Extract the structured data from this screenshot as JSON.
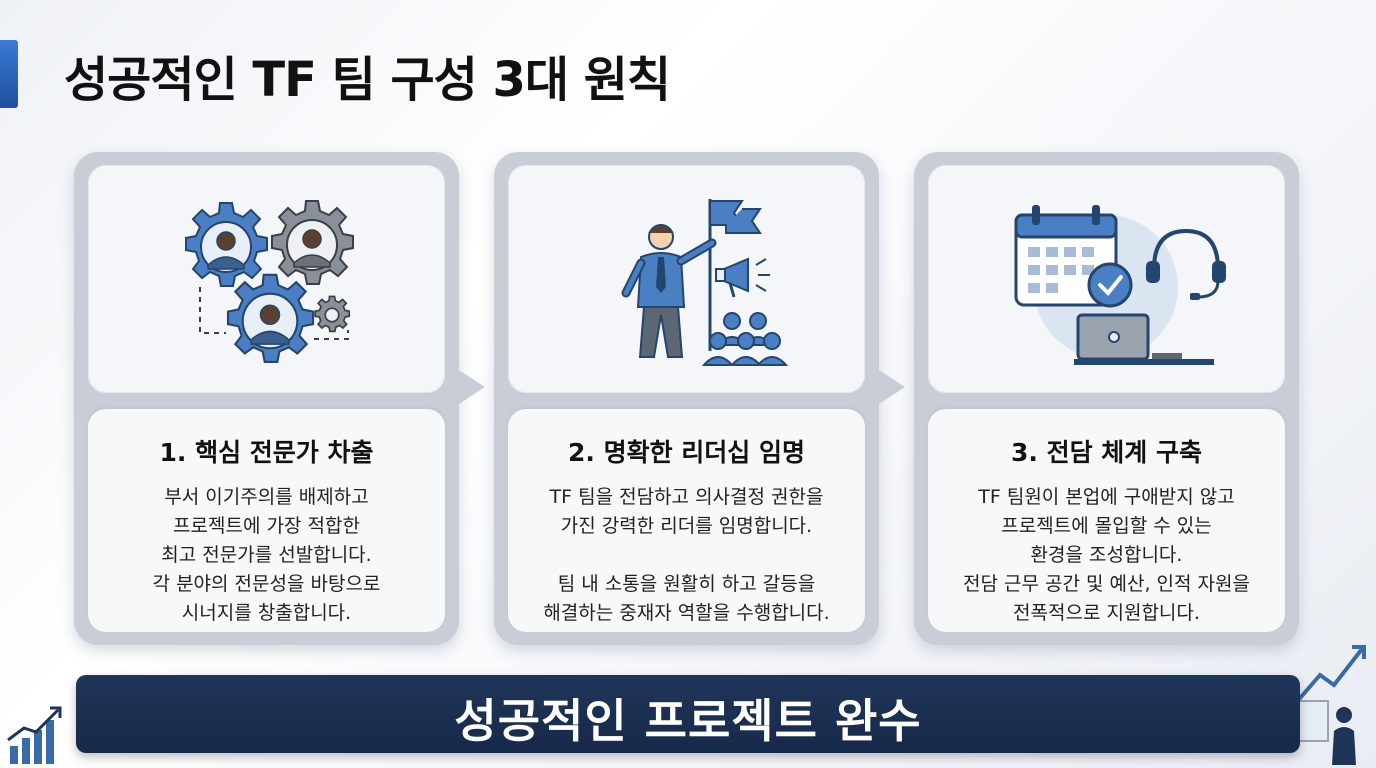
{
  "title": "성공적인 TF 팀 구성 3대 원칙",
  "cards": [
    {
      "heading": "1. 핵심 전문가 차출",
      "icon": "gears-people-icon",
      "lines": [
        "부서 이기주의를 배제하고",
        "프로젝트에 가장 적합한",
        "최고 전문가를 선발합니다.",
        "각 분야의 전문성을 바탕으로",
        "시너지를 창출합니다."
      ]
    },
    {
      "heading": "2. 명확한 리더십 임명",
      "icon": "leader-flag-icon",
      "lines": [
        "TF 팀을 전담하고 의사결정 권한을",
        "가진 강력한 리더를 임명합니다.",
        "",
        "팀 내 소통을 원활히 하고 갈등을",
        "해결하는 중재자 역할을 수행합니다."
      ]
    },
    {
      "heading": "3. 전담 체계 구축",
      "icon": "calendar-support-icon",
      "lines": [
        "TF 팀원이 본업에 구애받지 않고",
        "프로젝트에 몰입할 수 있는",
        "환경을 조성합니다.",
        "전담 근무 공간 및 예산, 인적 자원을",
        "전폭적으로 지원합니다."
      ]
    }
  ],
  "banner": "성공적인 프로젝트 완수",
  "colors": {
    "accent": "#3a7bd5",
    "icon_blue": "#4a7fc4",
    "icon_gray": "#8a9099",
    "banner": "#1f3558"
  }
}
